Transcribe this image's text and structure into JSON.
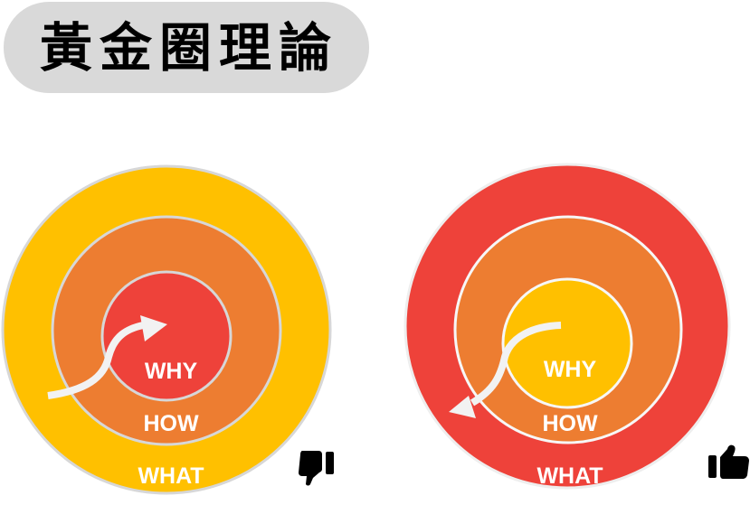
{
  "title": "黃金圈理論",
  "colors": {
    "badge_bg": "#d9d9d9",
    "yellow": "#ffc000",
    "orange": "#ed7d31",
    "red": "#ee423a",
    "ring_stroke_left": "#d7d7d7",
    "ring_stroke_right": "#f2f2f2",
    "arrow": "#f2f2f2"
  },
  "diagrams": [
    {
      "id": "left",
      "outer": {
        "label": "WHAT",
        "color": "#ffc000"
      },
      "middle": {
        "label": "HOW",
        "color": "#ed7d31"
      },
      "inner": {
        "label": "WHY",
        "color": "#ee423a"
      },
      "arrow_direction": "outside-in",
      "rating_icon": "thumbs-down"
    },
    {
      "id": "right",
      "outer": {
        "label": "WHAT",
        "color": "#ee423a"
      },
      "middle": {
        "label": "HOW",
        "color": "#ed7d31"
      },
      "inner": {
        "label": "WHY",
        "color": "#ffc000"
      },
      "arrow_direction": "inside-out",
      "rating_icon": "thumbs-up"
    }
  ]
}
